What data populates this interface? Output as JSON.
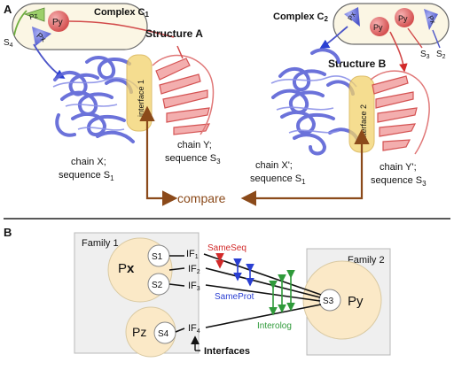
{
  "panel_a": {
    "label": "A",
    "complex_c1": {
      "title": "Complex C",
      "title_sub": "1",
      "pz_label": "Pz",
      "py_label": "Py",
      "px_label": "Px",
      "s4_label": "S",
      "s4_sub": "4"
    },
    "complex_c2": {
      "title": "Complex C",
      "title_sub": "2",
      "px_label": "Px",
      "py1_label": "Py",
      "py2_label": "Py",
      "px2_label": "Px",
      "s3_label": "S",
      "s3_sub": "3",
      "s2_label": "S",
      "s2_sub": "2"
    },
    "structure_a": "Structure A",
    "structure_b": "Structure B",
    "interface_1": "interface 1",
    "interface_2": "interface 2",
    "chain_x": {
      "line1": "chain X;",
      "line2": "sequence S",
      "sub": "1"
    },
    "chain_y": {
      "line1": "chain Y;",
      "line2": "sequence S",
      "sub": "3"
    },
    "chain_x2": {
      "line1": "chain X';",
      "line2": "sequence S",
      "sub": "1"
    },
    "chain_y2": {
      "line1": "chain Y';",
      "line2": "sequence S",
      "sub": "3"
    },
    "compare": "compare"
  },
  "panel_b": {
    "label": "B",
    "family1": "Family 1",
    "family2": "Family 2",
    "px": {
      "p": "P",
      "x": "x"
    },
    "pz": "Pz",
    "py": "Py",
    "s1": "S1",
    "s2": "S2",
    "s3": "S3",
    "s4": "S4",
    "if1": {
      "t": "IF",
      "s": "1"
    },
    "if2": {
      "t": "IF",
      "s": "2"
    },
    "if3": {
      "t": "IF",
      "s": "3"
    },
    "if4": {
      "t": "IF",
      "s": "4"
    },
    "sameseq": "SameSeq",
    "sameprot": "SameProt",
    "interolog": "Interolog",
    "interfaces": "Interfaces"
  },
  "colors": {
    "blue": "#5b63d6",
    "red": "#e06b6b",
    "green": "#3aa345",
    "brown": "#8b4a1a",
    "yellow": "#f2d26b"
  }
}
